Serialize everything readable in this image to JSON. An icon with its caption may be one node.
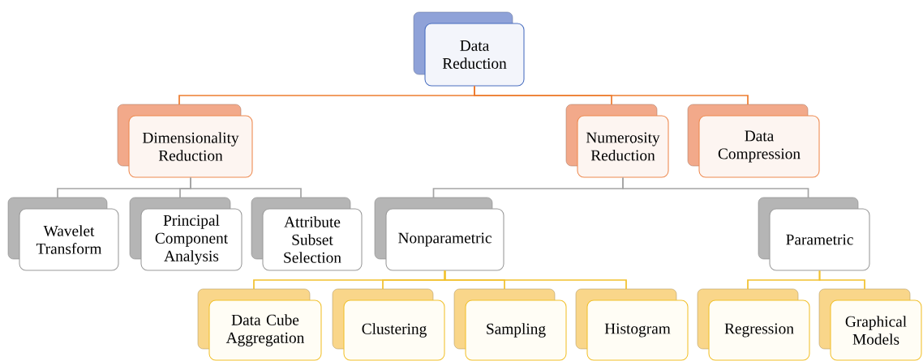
{
  "diagram": {
    "nodes": [
      {
        "text": [
          "Data Reduction"
        ]
      },
      {
        "text": [
          "Dimensionality Reduction"
        ]
      },
      {
        "text": [
          "Numerosity Reduction"
        ]
      },
      {
        "text": [
          "Data Compression"
        ]
      },
      {
        "text": [
          "Wavelet Transform"
        ]
      },
      {
        "text": [
          "Principal Component Analysis"
        ]
      },
      {
        "text": [
          "Attribute Subset Selection"
        ]
      },
      {
        "text": [
          "Nonparametric"
        ]
      },
      {
        "text": [
          "Parametric"
        ]
      },
      {
        "text": [
          "Data Cube Aggregation"
        ]
      },
      {
        "text": [
          "Clustering"
        ]
      },
      {
        "text": [
          "Sampling"
        ]
      },
      {
        "text": [
          "Histogram"
        ]
      },
      {
        "text": [
          "Regression"
        ]
      },
      {
        "text": [
          "Graphical Models"
        ]
      }
    ],
    "edges": [
      {
        "from": 0,
        "to": 1,
        "arrow": "none",
        "color": "#ed7d31"
      },
      {
        "from": 0,
        "to": 2,
        "arrow": "none",
        "color": "#ed7d31"
      },
      {
        "from": 0,
        "to": 3,
        "arrow": "none",
        "color": "#ed7d31"
      },
      {
        "from": 1,
        "to": 4,
        "arrow": "none",
        "color": "#a5a5a5"
      },
      {
        "from": 1,
        "to": 5,
        "arrow": "none",
        "color": "#a5a5a5"
      },
      {
        "from": 1,
        "to": 6,
        "arrow": "none",
        "color": "#a5a5a5"
      },
      {
        "from": 2,
        "to": 7,
        "arrow": "none",
        "color": "#a5a5a5"
      },
      {
        "from": 2,
        "to": 8,
        "arrow": "none",
        "color": "#a5a5a5"
      },
      {
        "from": 7,
        "to": 9,
        "arrow": "none",
        "color": "#f2c12e"
      },
      {
        "from": 7,
        "to": 10,
        "arrow": "none",
        "color": "#f2c12e"
      },
      {
        "from": 7,
        "to": 11,
        "arrow": "none",
        "color": "#f2c12e"
      },
      {
        "from": 7,
        "to": 12,
        "arrow": "none",
        "color": "#f2c12e"
      },
      {
        "from": 8,
        "to": 13,
        "arrow": "none",
        "color": "#f2c12e"
      },
      {
        "from": 8,
        "to": 14,
        "arrow": "none",
        "color": "#f2c12e"
      }
    ]
  }
}
